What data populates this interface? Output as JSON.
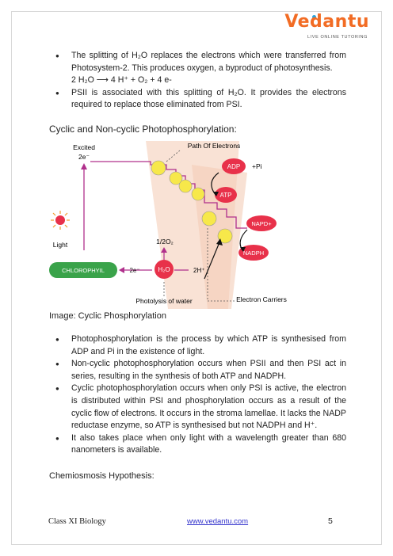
{
  "logo": {
    "word": "Vedantu",
    "tagline": "LIVE ONLINE TUTORING"
  },
  "bullets_top": [
    "The splitting of H₂O replaces the electrons which were transferred from Photosystem-2. This produces oxygen, a byproduct of photosynthesis.",
    "PSII is associated with this splitting of H₂O. It provides the electrons required to replace those eliminated from PSI."
  ],
  "equation": "2 H₂O ⟶ 4 H⁺ + O₂ + 4 e-",
  "heading_cyclic": "Cyclic and Non-cyclic Photophosphorylation:",
  "diagram": {
    "excited": "Excited",
    "excited_e": "2e⁻",
    "path_of_electrons": "Path Of Electrons",
    "adp": "ADP",
    "pi": "+Pi",
    "atp": "ATP",
    "napd": "NAPD+",
    "nadph": "NADPH",
    "light": "Light",
    "half_o2": "1/2O₂",
    "chlorophyll": "CHLOROPHYIL",
    "e_left": "2e⁻",
    "h2o": "H₂O",
    "h_plus": "2H⁺",
    "photolysis": "Photolysis of water",
    "carriers": "Electron Carriers",
    "colors": {
      "red": "#e8314a",
      "yellow": "#f7e84a",
      "green": "#3aa34a",
      "purple": "#b0308c",
      "peach": "#f7dccf"
    }
  },
  "caption": "Image: Cyclic Phosphorylation",
  "bullets_bottom": [
    "Photophosphorylation is the process by which ATP is synthesised from ADP and Pi in the existence of light.",
    "Non-cyclic photophosphorylation occurs when PSII and then PSI act in series, resulting in the synthesis of both ATP and NADPH.",
    "Cyclic photophosphorylation occurs when only PSI is active, the electron is distributed within PSI and phosphorylation occurs as a result of the cyclic flow of electrons. It occurs in the stroma lamellae. It lacks the NADP reductase enzyme, so ATP is synthesised but not NADPH and H⁺.",
    "It also takes place when only light with a wavelength greater than 680 nanometers is available."
  ],
  "heading_chemiosmosis": "Chemiosmosis Hypothesis:",
  "footer": {
    "left": "Class XI Biology",
    "link": "www.vedantu.com",
    "page": "5"
  }
}
